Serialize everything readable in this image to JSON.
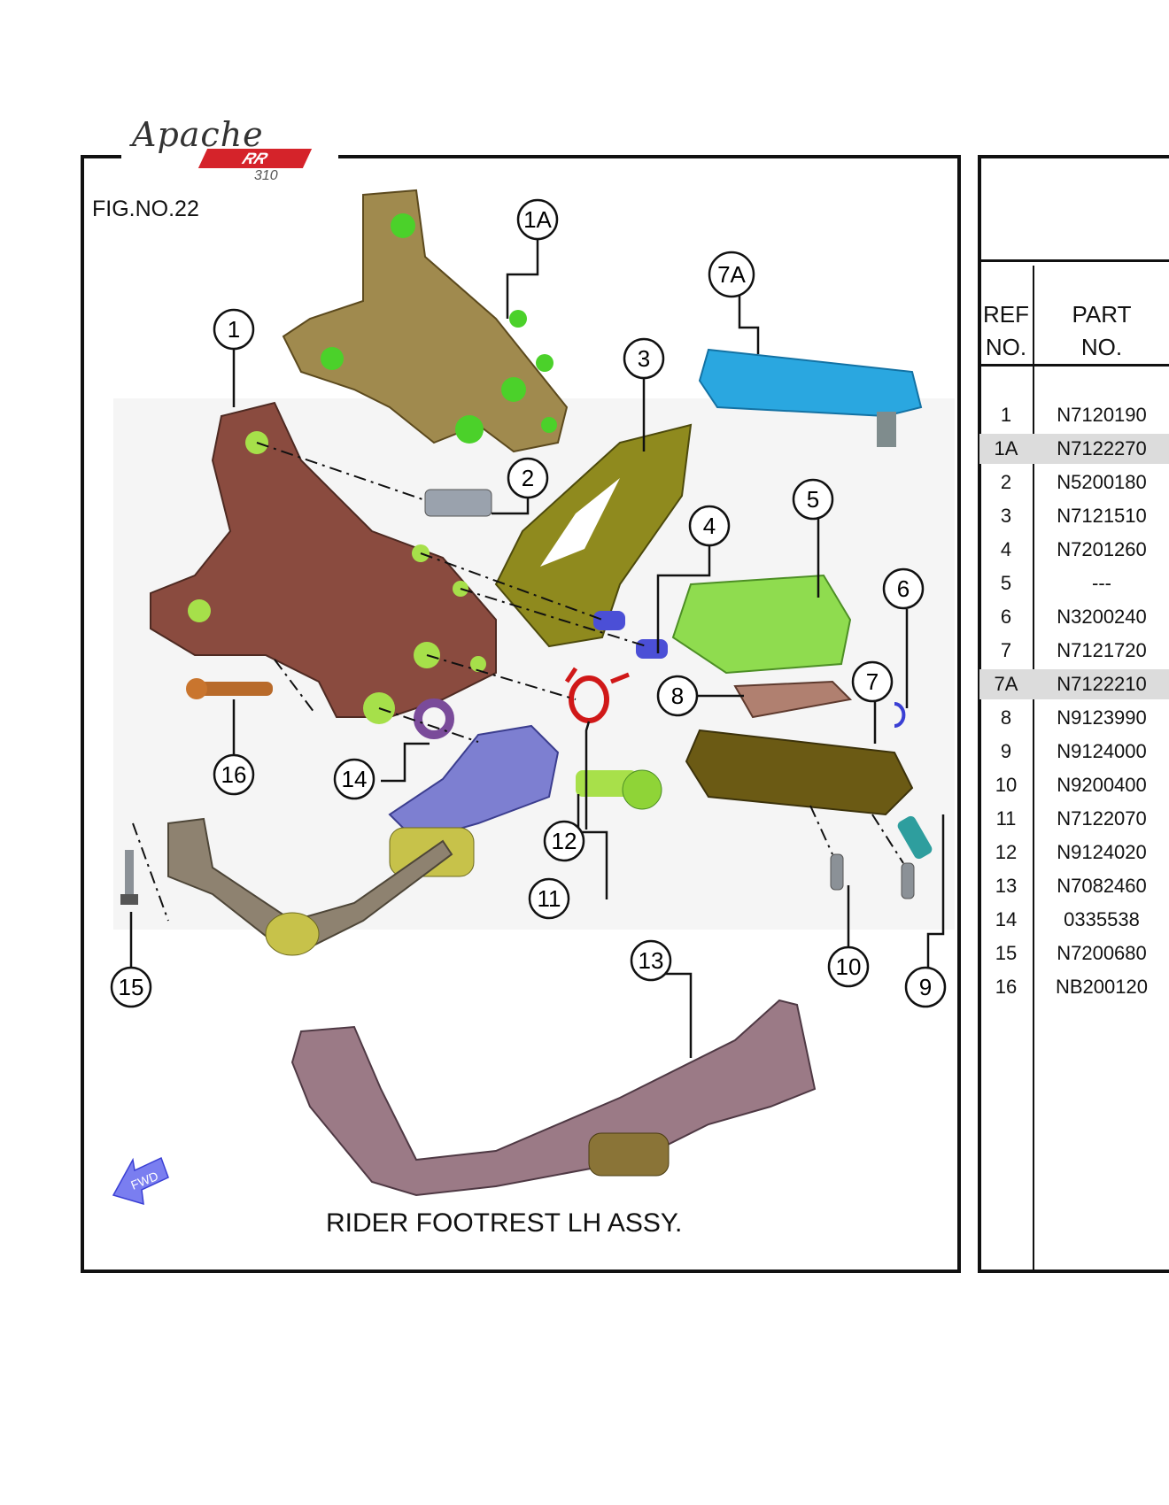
{
  "logo": {
    "main": "Apache",
    "model": "RR",
    "number": "310"
  },
  "figure": {
    "number_label": "FIG.NO.22",
    "caption": "RIDER FOOTREST LH ASSY.",
    "fwd_label": "FWD"
  },
  "callouts": [
    "1",
    "1A",
    "2",
    "3",
    "4",
    "5",
    "6",
    "7",
    "7A",
    "8",
    "9",
    "10",
    "11",
    "12",
    "13",
    "14",
    "15",
    "16"
  ],
  "table": {
    "headers": {
      "ref_line1": "REF",
      "ref_line2": "NO.",
      "part_line1": "PART",
      "part_line2": "NO."
    },
    "rows": [
      {
        "ref": "1",
        "part": "N7120190",
        "highlight": false
      },
      {
        "ref": "1A",
        "part": "N7122270",
        "highlight": true
      },
      {
        "ref": "2",
        "part": "N5200180",
        "highlight": false
      },
      {
        "ref": "3",
        "part": "N7121510",
        "highlight": false
      },
      {
        "ref": "4",
        "part": "N7201260",
        "highlight": false
      },
      {
        "ref": "5",
        "part": "---",
        "highlight": false
      },
      {
        "ref": "6",
        "part": "N3200240",
        "highlight": false
      },
      {
        "ref": "7",
        "part": "N7121720",
        "highlight": false
      },
      {
        "ref": "7A",
        "part": "N7122210",
        "highlight": true
      },
      {
        "ref": "8",
        "part": "N9123990",
        "highlight": false
      },
      {
        "ref": "9",
        "part": "N9124000",
        "highlight": false
      },
      {
        "ref": "10",
        "part": "N9200400",
        "highlight": false
      },
      {
        "ref": "11",
        "part": "N7122070",
        "highlight": false
      },
      {
        "ref": "12",
        "part": "N9124020",
        "highlight": false
      },
      {
        "ref": "13",
        "part": "N7082460",
        "highlight": false
      },
      {
        "ref": "14",
        "part": "0335538",
        "highlight": false
      },
      {
        "ref": "15",
        "part": "N7200680",
        "highlight": false
      },
      {
        "ref": "16",
        "part": "NB200120",
        "highlight": false
      }
    ]
  },
  "colors": {
    "bracket_1": "#8a4b3f",
    "bracket_1a": "#a08a4e",
    "heel_guard_3": "#8f8a1e",
    "footpeg_7a": "#2aa7e0",
    "rubber_5": "#8fdc4f",
    "footpeg_7": "#6b5a14",
    "lever_13": "#9b7a86",
    "spring_12": "#d01818",
    "highlight_row": "#dcdcdc"
  }
}
